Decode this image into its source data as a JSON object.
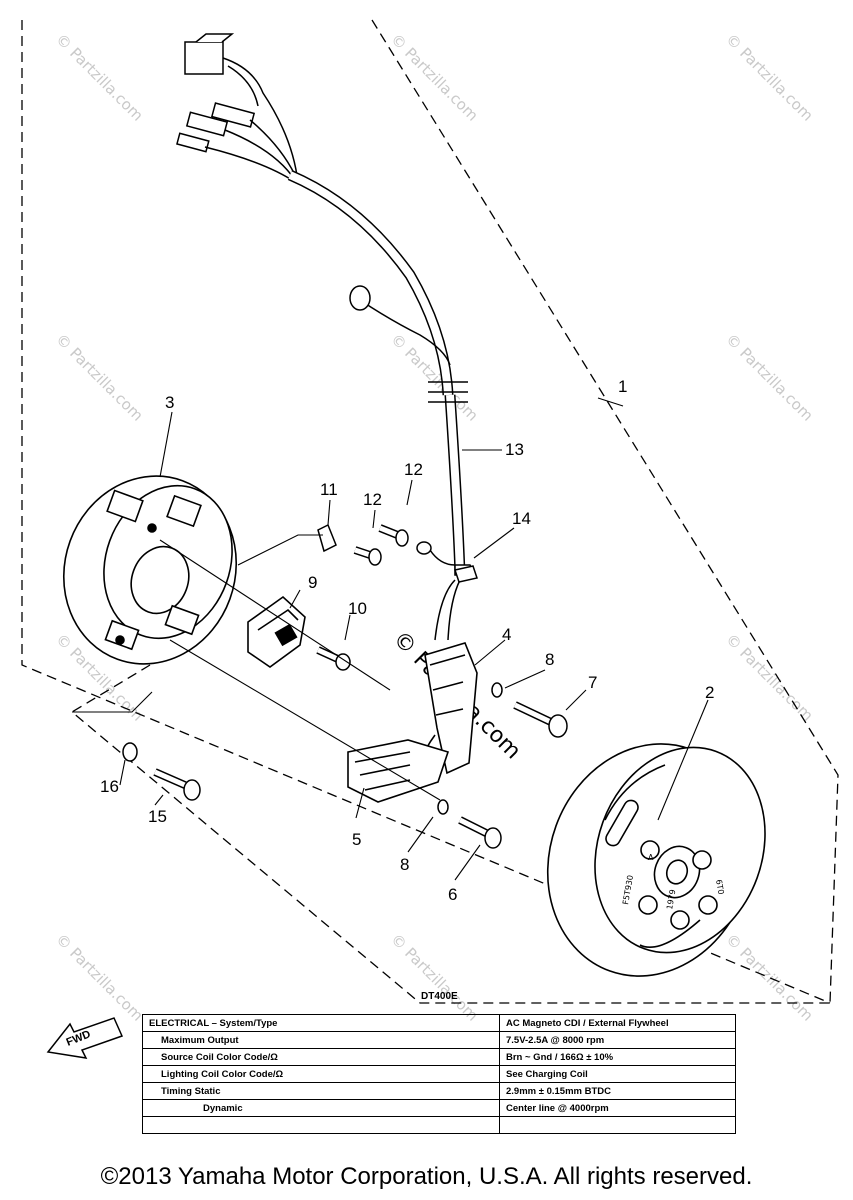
{
  "callouts": [
    "1",
    "2",
    "3",
    "4",
    "5",
    "6",
    "7",
    "8",
    "8",
    "9",
    "10",
    "11",
    "12",
    "12",
    "13",
    "14",
    "15",
    "16"
  ],
  "model_code": "DT400E",
  "fwd_label": "FWD",
  "watermark": "© Partzilla.com",
  "watermark_center": "© Partzilla.com",
  "flywheel_marks": [
    "F5T930",
    "1979",
    "6T0",
    "A"
  ],
  "spec_table": {
    "rows": [
      {
        "label": "ELECTRICAL – System/Type",
        "value": "AC Magneto CDI / External Flywheel"
      },
      {
        "label": "Maximum Output",
        "value": "7.5V-2.5A @ 8000 rpm"
      },
      {
        "label": "Source Coil Color Code/Ω",
        "value": "Brn ~ Gnd / 166Ω ± 10%"
      },
      {
        "label": "Lighting Coil Color Code/Ω",
        "value": "See Charging Coil"
      },
      {
        "label": "Timing  Static",
        "value": "2.9mm ± 0.15mm BTDC"
      },
      {
        "label": "Dynamic",
        "value": "Center line @ 4000rpm"
      },
      {
        "label": "",
        "value": ""
      }
    ]
  },
  "copyright": "©2013 Yamaha Motor Corporation, U.S.A. All rights reserved."
}
